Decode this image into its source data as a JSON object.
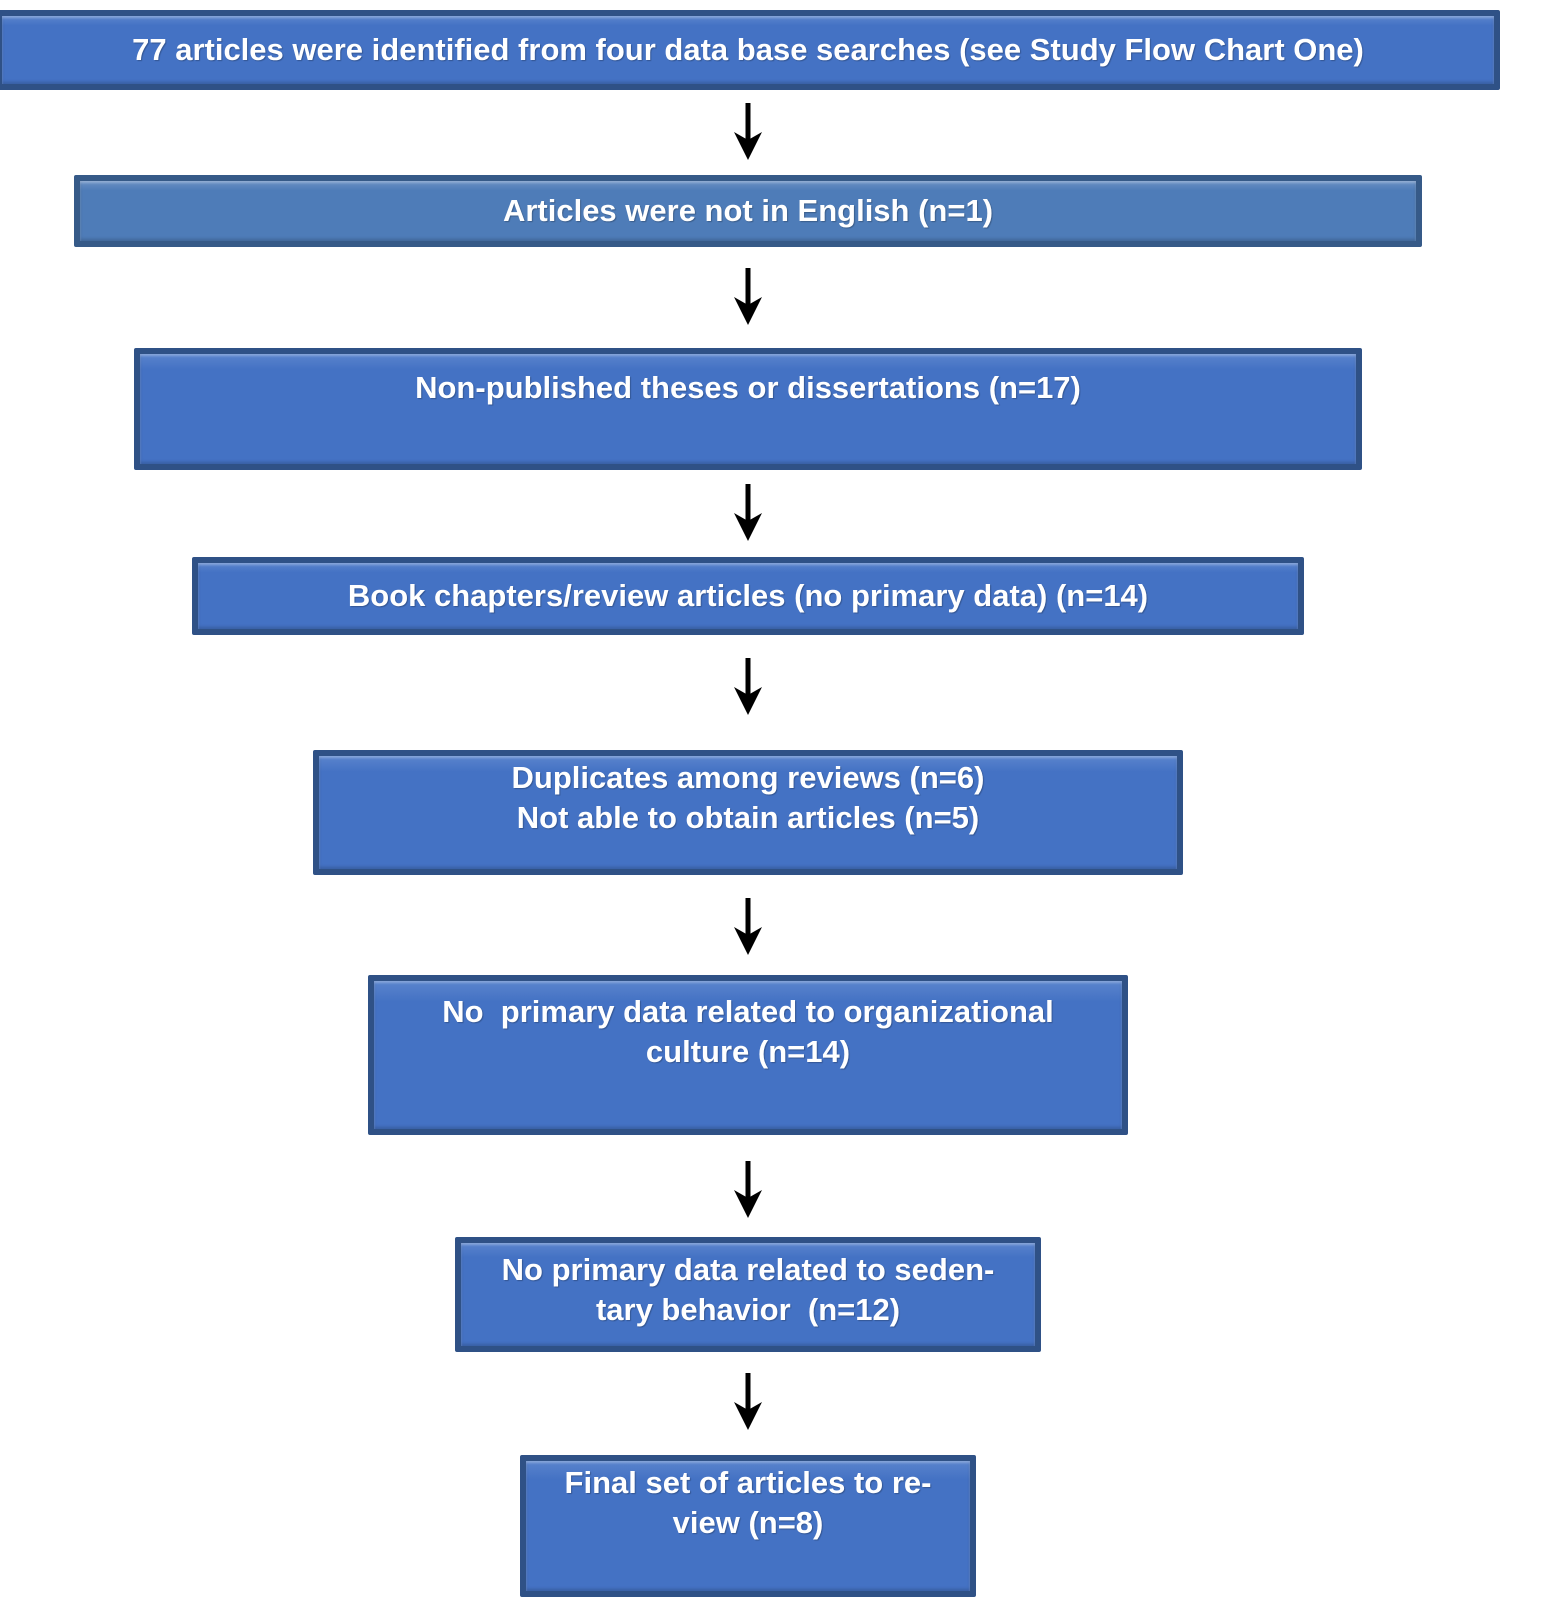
{
  "flowchart": {
    "description": "Article screening flow diagram",
    "steps": [
      {
        "name": "identified-articles",
        "label": "77 articles were identified from four data base searches (see Study Flow Chart One)"
      },
      {
        "name": "not-in-english",
        "label": "Articles were not in English (n=1)"
      },
      {
        "name": "non-published-theses",
        "label": "Non-published theses or dissertations (n=17)"
      },
      {
        "name": "book-chapters-reviews",
        "label": "Book chapters/review articles (no primary data) (n=14)"
      },
      {
        "name": "duplicates-unobtained",
        "label": "Duplicates among reviews (n=6)\nNot able to obtain articles (n=5)"
      },
      {
        "name": "no-org-culture-data",
        "label": "No  primary data related to organizational\nculture (n=14)"
      },
      {
        "name": "no-sedentary-data",
        "label": "No primary data related to seden-\ntary behavior  (n=12)"
      },
      {
        "name": "final-set",
        "label": "Final set of articles to re-\nview (n=8)"
      }
    ],
    "connector_icon": "down-arrow"
  },
  "colors": {
    "box_fill": "#4472c4",
    "box_fill_hi": "#5a84cd",
    "box_fill_light": "#4e7cb8",
    "box_fill_light_hi": "#6a90c4",
    "box_border": "#2f5186",
    "box_border_light": "#365a88",
    "text": "#ffffff",
    "arrow": "#000000",
    "background": "#ffffff"
  }
}
